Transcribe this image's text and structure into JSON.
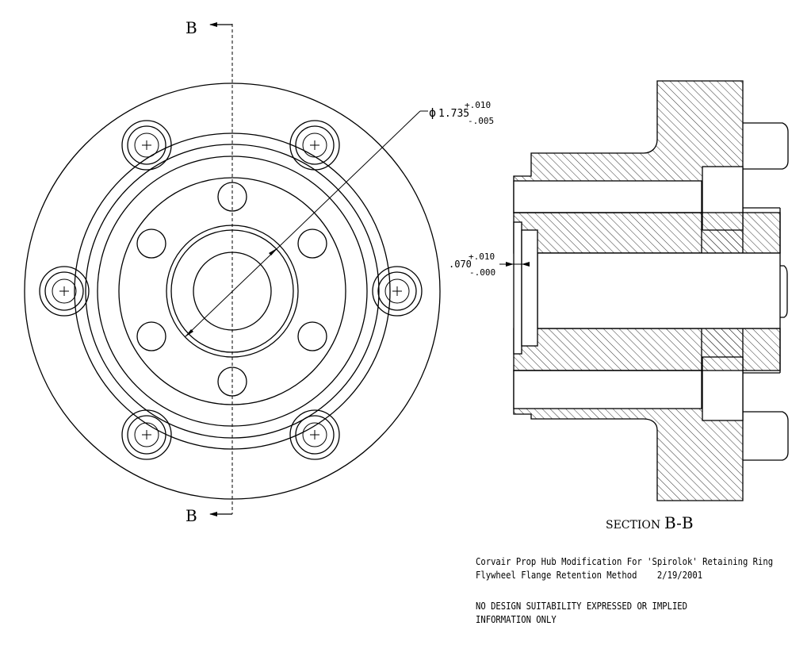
{
  "section_marks": {
    "top": "B",
    "bottom": "B"
  },
  "dimensions": {
    "diameter": {
      "symbol": "ϕ",
      "value": "1.735",
      "tol_plus": "+.010",
      "tol_minus": "-.005"
    },
    "groove": {
      "value": ".070",
      "tol_plus": "+.010",
      "tol_minus": "-.000"
    }
  },
  "section_title": {
    "prefix": "SECTION",
    "label": "B-B"
  },
  "notes": {
    "title_line1": "Corvair Prop Hub Modification For 'Spirolok' Retaining Ring",
    "title_line2": "Flywheel Flange Retention Method    2/19/2001",
    "disclaimer_line1": "NO DESIGN SUITABILITY EXPRESSED OR IMPLIED",
    "disclaimer_line2": "INFORMATION ONLY"
  }
}
